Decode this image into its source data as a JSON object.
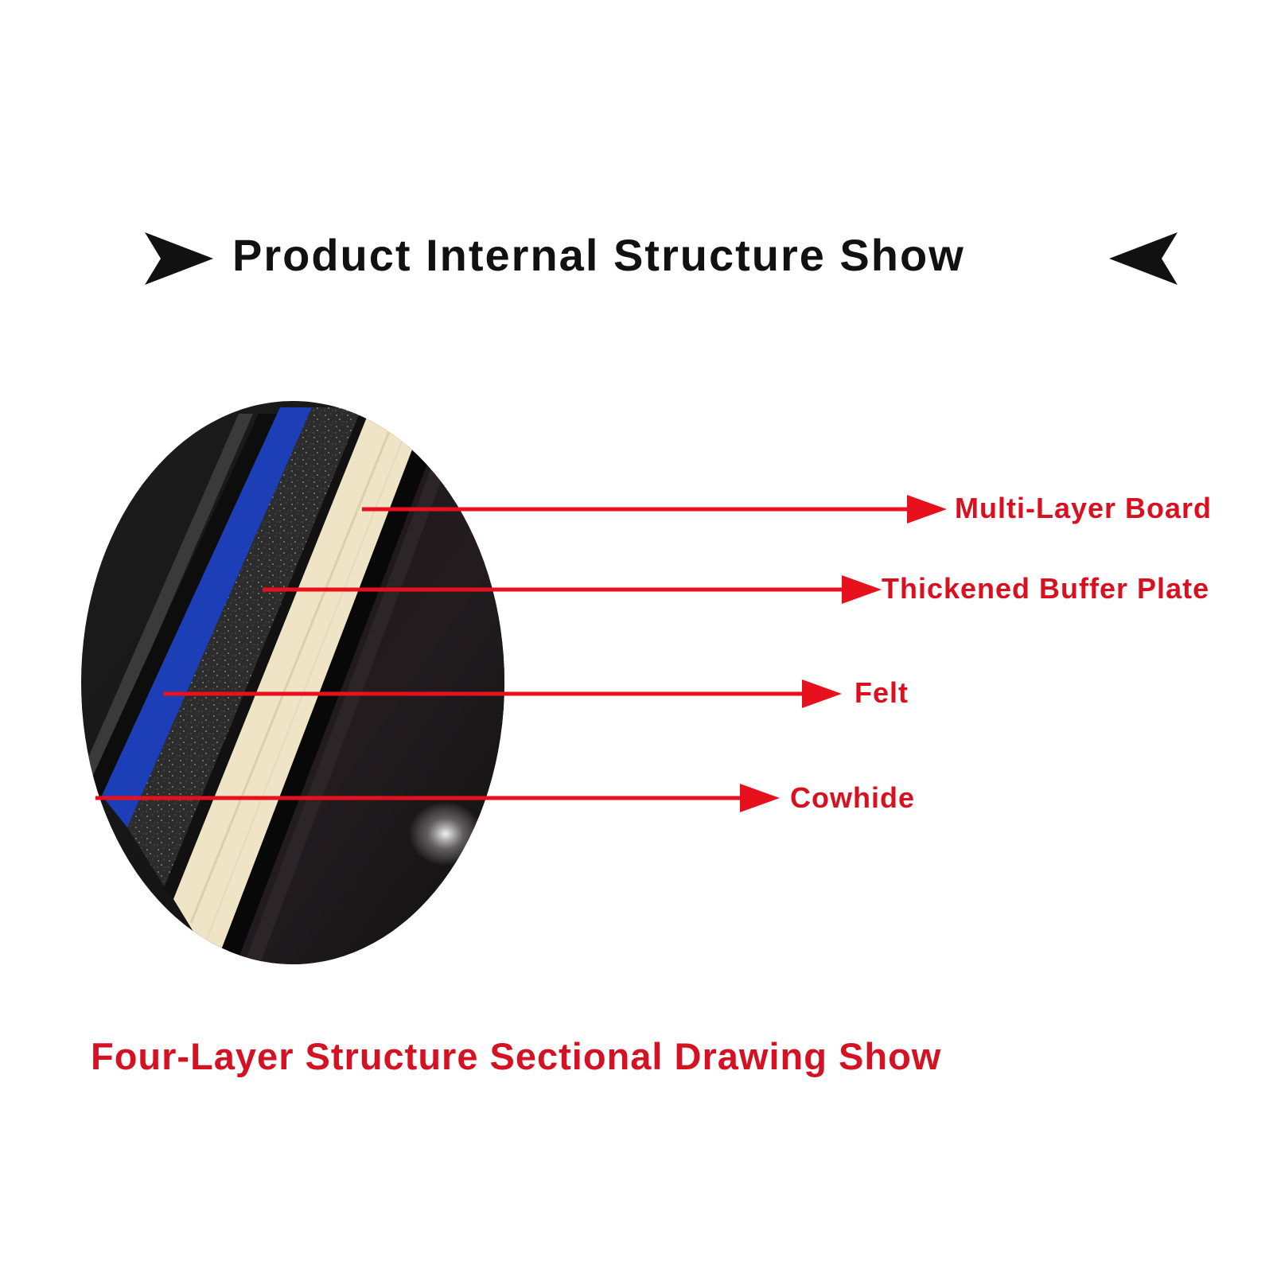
{
  "header": {
    "title": "Product Internal Structure Show"
  },
  "layers": [
    {
      "id": "multi-layer-board",
      "label": "Multi-Layer Board"
    },
    {
      "id": "thickened-buffer-plate",
      "label": "Thickened Buffer Plate"
    },
    {
      "id": "felt",
      "label": "Felt"
    },
    {
      "id": "cowhide",
      "label": "Cowhide"
    }
  ],
  "caption": "Four-Layer Structure Sectional Drawing Show",
  "colors": {
    "title": "#111111",
    "arrow": "#e8101c",
    "label": "#d8101f",
    "felt": "#1c3fb8",
    "board": "#f0e4c6",
    "buffer": "#2f2f2f",
    "cowhide": "#1a1a1a"
  },
  "icons": {
    "title_left": "arrowhead-right-icon",
    "title_right": "arrowhead-left-icon"
  }
}
